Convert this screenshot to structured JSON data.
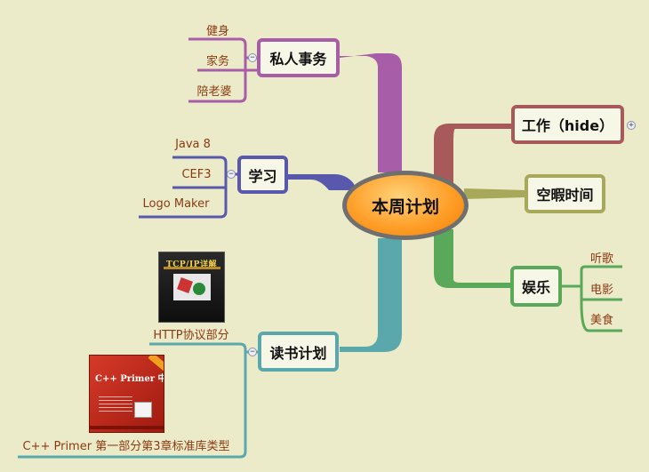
{
  "center": {
    "label": "本周计划"
  },
  "branches": {
    "personal": {
      "label": "私人事务",
      "color": "#a85da8",
      "leaves": [
        "健身",
        "家务",
        "陪老婆"
      ]
    },
    "study": {
      "label": "学习",
      "color": "#5858ac",
      "leaves": [
        "Java 8",
        "CEF3",
        "Logo Maker"
      ]
    },
    "reading": {
      "label": "读书计划",
      "color": "#5aa8ac",
      "leaves": [
        "HTTP协议部分",
        "C++ Primer 第一部分第3章标准库类型"
      ]
    },
    "work": {
      "label": "工作（hide）",
      "color": "#a85a5a"
    },
    "free": {
      "label": "空暇时间",
      "color": "#a8a85a"
    },
    "fun": {
      "label": "娱乐",
      "color": "#5aa85a",
      "leaves": [
        "听歌",
        "电影",
        "美食"
      ]
    }
  },
  "books": {
    "tcpip_cover": "TCP/IP详解",
    "primer_cover": "C++ Primer 中文版"
  },
  "toggles": {
    "collapse": "−",
    "expand": "+"
  }
}
